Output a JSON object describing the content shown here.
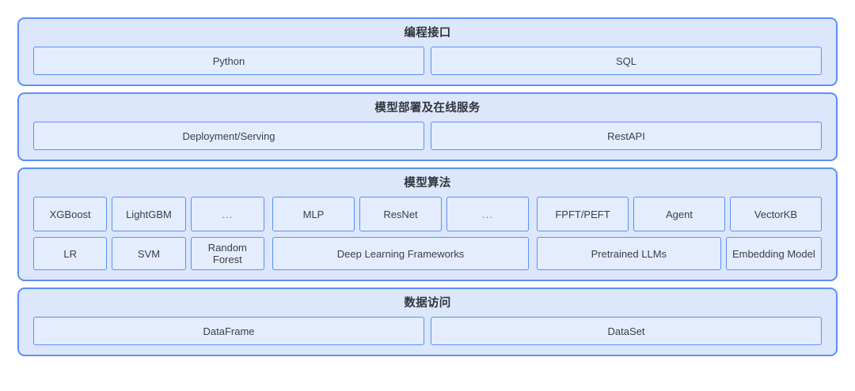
{
  "colors": {
    "page_background": "#ffffff",
    "panel_fill": "#dce7fb",
    "panel_border": "#5b8ff9",
    "cell_fill": "#e4edfd",
    "cell_border": "#5b8ff9",
    "title_text": "#30343b",
    "cell_text": "#3a3f48"
  },
  "layers": [
    {
      "id": "programming-interface",
      "title": "编程接口",
      "rows": [
        {
          "cells": [
            {
              "label": "Python"
            },
            {
              "label": "SQL"
            }
          ]
        }
      ]
    },
    {
      "id": "model-deployment-serving",
      "title": "模型部署及在线服务",
      "rows": [
        {
          "cells": [
            {
              "label": "Deployment/Serving"
            },
            {
              "label": "RestAPI"
            }
          ]
        }
      ]
    },
    {
      "id": "model-algorithms",
      "title": "模型算法",
      "groups_row1": {
        "classic": [
          {
            "label": "XGBoost"
          },
          {
            "label": "LightGBM"
          },
          {
            "label": "..."
          }
        ],
        "deep": [
          {
            "label": "MLP"
          },
          {
            "label": "ResNet"
          },
          {
            "label": "..."
          }
        ],
        "llm": [
          {
            "label": "FPFT/PEFT"
          },
          {
            "label": "Agent"
          },
          {
            "label": "VectorKB"
          }
        ]
      },
      "groups_row2": {
        "classic": [
          {
            "label": "LR"
          },
          {
            "label": "SVM"
          },
          {
            "label": "Random Forest"
          }
        ],
        "deep": [
          {
            "label": "Deep Learning Frameworks"
          }
        ],
        "llm": [
          {
            "label": "Pretrained LLMs"
          },
          {
            "label": "Embedding Model"
          }
        ]
      }
    },
    {
      "id": "data-access",
      "title": "数据访问",
      "rows": [
        {
          "cells": [
            {
              "label": "DataFrame"
            },
            {
              "label": "DataSet"
            }
          ]
        }
      ]
    }
  ]
}
